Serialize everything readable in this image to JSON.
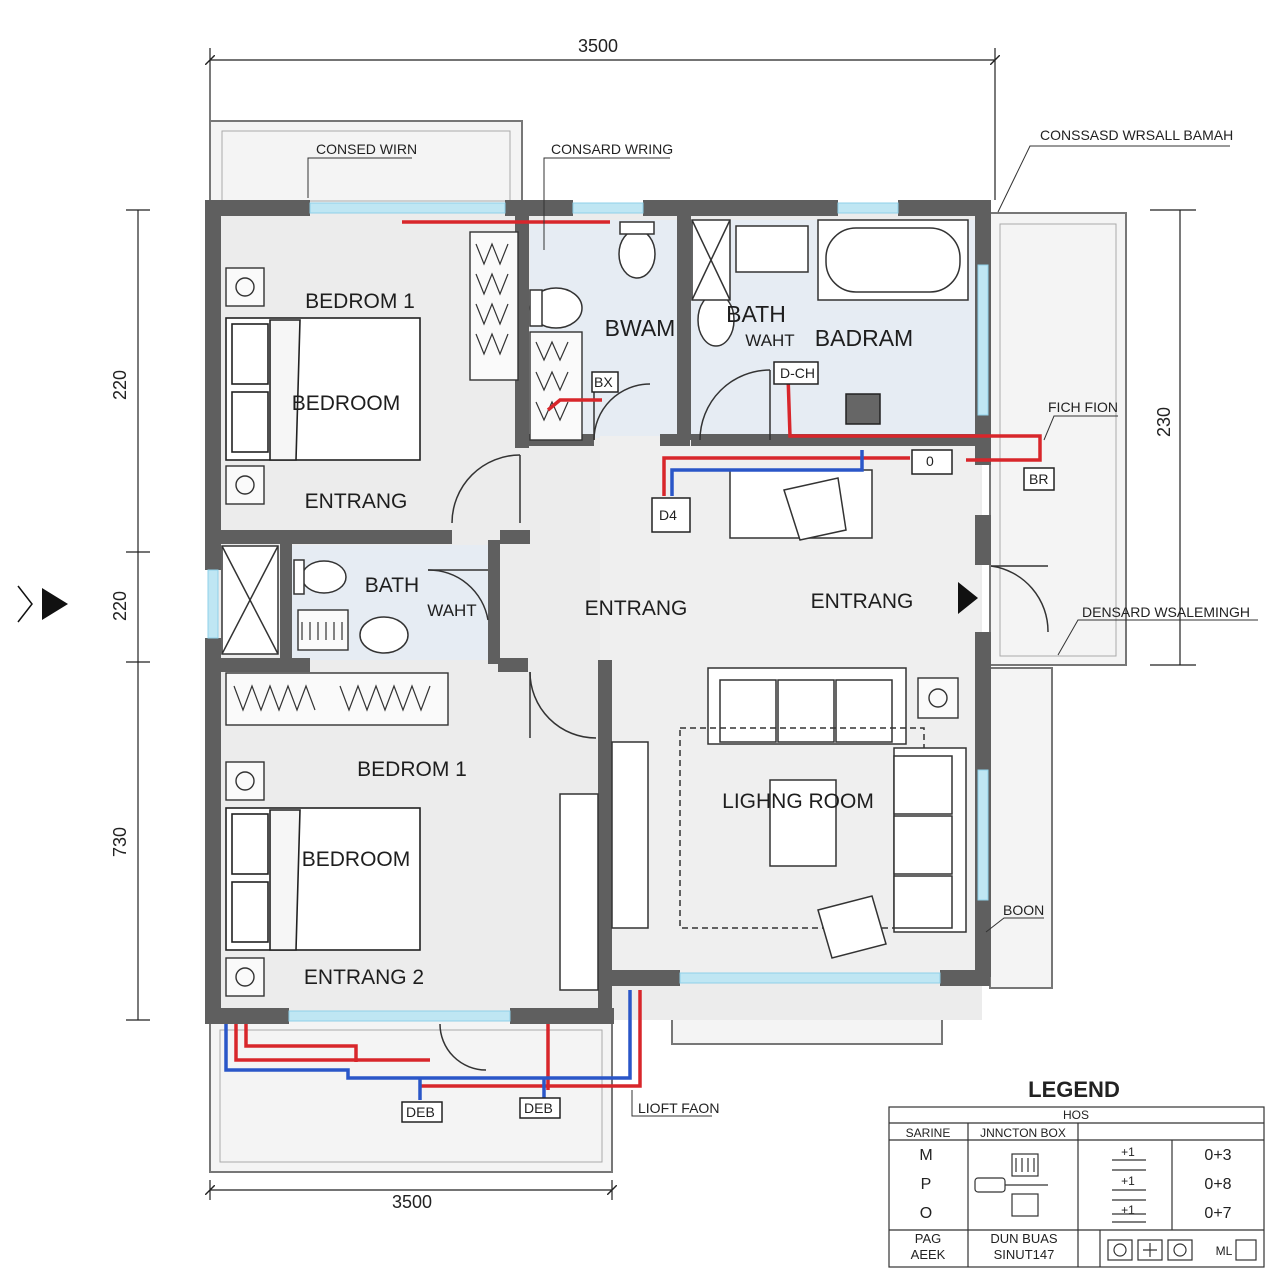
{
  "dimensions": {
    "top": "3500",
    "bottom": "3500",
    "left_upper": "220",
    "left_middle": "220",
    "left_lower": "730",
    "right": "230"
  },
  "rooms": {
    "bedroom_top_title": "BEDROM 1",
    "bedroom_top_label": "BEDROOM",
    "bedroom_top_entry": "ENTRANG",
    "bwam": "BWAM",
    "bath_top": "BATH",
    "bath_top_sub": "WAHT",
    "badram": "BADRAM",
    "bath_mid": "BATH",
    "bath_mid_sub": "WAHT",
    "hall_left": "ENTRANG",
    "hall_right": "ENTRANG",
    "bedroom_bottom_title": "BEDROM 1",
    "bedroom_bottom_label": "BEDROOM",
    "bedroom_bottom_entry": "ENTRANG 2",
    "living": "LIGHNG ROOM"
  },
  "annotations": {
    "consed_wiring": "CONSED WIRN",
    "consard_wiring": "CONSARD WRING",
    "conssasd": "CONSSASD WRSALL BAMAH",
    "fich_fion": "FICH FION",
    "br_box": "BR",
    "densard": "DENSARD WSALEMINGH",
    "boon": "BOON",
    "light_fion": "LIOFT FAON",
    "bx": "BX",
    "d_ch": "D-CH",
    "d4": "D4",
    "deb_left": "DEB",
    "deb_right": "DEB",
    "zero": "0"
  },
  "legend": {
    "title": "LEGEND",
    "header": "HOS",
    "col1": "SARINE",
    "col2": "JNNCTON BOX",
    "rows": [
      {
        "key": "M",
        "value": "0+3",
        "sym": "+1"
      },
      {
        "key": "P",
        "value": "0+8",
        "sym": "+1"
      },
      {
        "key": "O",
        "value": "0+7",
        "sym": "+1"
      }
    ],
    "foot1a": "PAG",
    "foot1b": "AEEK",
    "foot2a": "DUN BUAS",
    "foot2b": "SINUT147",
    "foot3": "ML"
  },
  "colors": {
    "wall": "#5f5f5f",
    "floor": "#ececec",
    "bath_floor": "#e6ecf3",
    "hot_wire": "#d8262b",
    "cold_wire": "#2a56c8",
    "window": "#8fd0e8"
  }
}
